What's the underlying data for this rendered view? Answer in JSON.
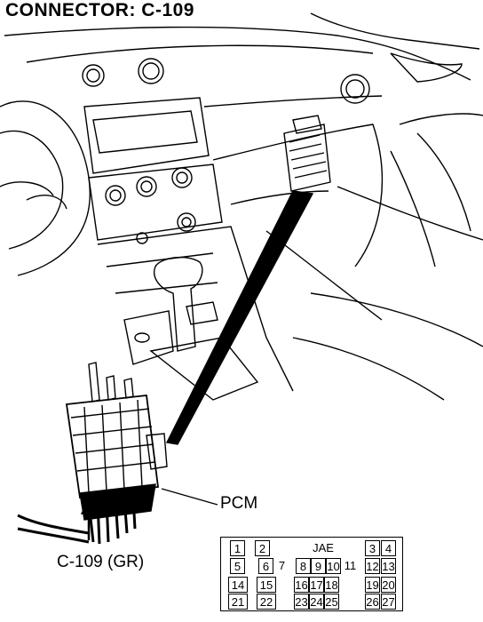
{
  "title": "CONNECTOR: C-109",
  "labels": {
    "pcm": "PCM",
    "connector": "C-109 (GR)"
  },
  "pinout": {
    "key": "JAE",
    "rows": [
      [
        "1",
        "2",
        "",
        "",
        "",
        "",
        "",
        "",
        "3",
        "4"
      ],
      [
        "5",
        "6",
        "7",
        "8",
        "9",
        "10",
        "11",
        "12",
        "13"
      ],
      [
        "14",
        "15",
        "16",
        "17",
        "18",
        "19",
        "20"
      ],
      [
        "21",
        "22",
        "23",
        "24",
        "25",
        "26",
        "27"
      ]
    ]
  }
}
